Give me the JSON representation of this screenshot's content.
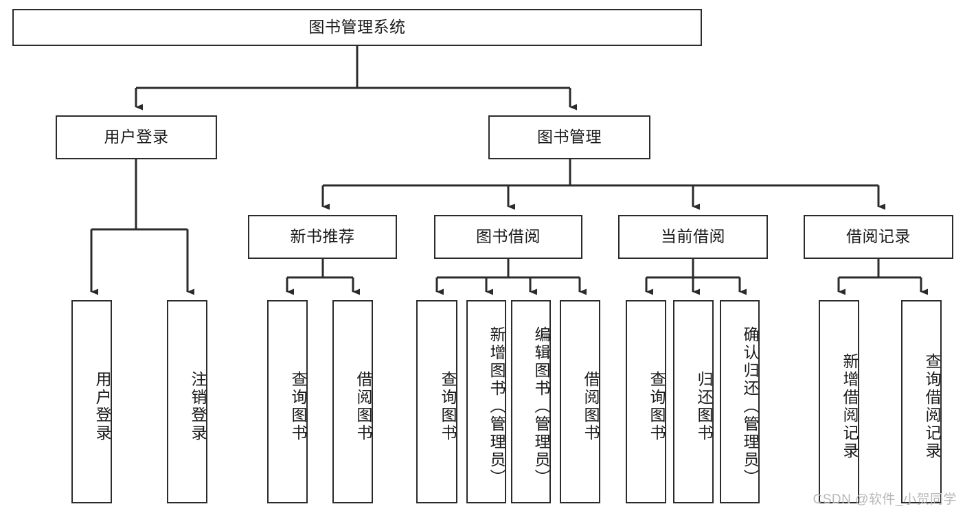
{
  "diagram": {
    "title": "图书管理系统",
    "type": "hierarchy-tree",
    "watermark": "CSDN @软件_小贺同学",
    "colors": {
      "stroke": "#2b2b2b",
      "fill": "#ffffff",
      "text": "#1a1a1a",
      "watermark": "#b8b8b8"
    },
    "nodes": {
      "root": {
        "label": "图书管理系统",
        "level": 1
      },
      "l2": [
        {
          "id": "user-login",
          "label": "用户登录",
          "level": 2
        },
        {
          "id": "book-manage",
          "label": "图书管理",
          "level": 2
        }
      ],
      "l3": [
        {
          "id": "new-book-rec",
          "label": "新书推荐",
          "level": 3,
          "parent": "book-manage"
        },
        {
          "id": "book-borrow",
          "label": "图书借阅",
          "level": 3,
          "parent": "book-manage"
        },
        {
          "id": "current-borrow",
          "label": "当前借阅",
          "level": 3,
          "parent": "book-manage"
        },
        {
          "id": "borrow-record",
          "label": "借阅记录",
          "level": 3,
          "parent": "book-manage"
        }
      ],
      "leaves": [
        {
          "id": "leaf-user-login",
          "label": "用户登录",
          "parent": "user-login"
        },
        {
          "id": "leaf-user-logout",
          "label": "注销登录",
          "parent": "user-login"
        },
        {
          "id": "leaf-rec-query",
          "label": "查询图书",
          "parent": "new-book-rec"
        },
        {
          "id": "leaf-rec-borrow",
          "label": "借阅图书",
          "parent": "new-book-rec"
        },
        {
          "id": "leaf-borrow-query",
          "label": "查询图书",
          "parent": "book-borrow"
        },
        {
          "id": "leaf-borrow-add",
          "label": "新增图书（管理员）",
          "parent": "book-borrow"
        },
        {
          "id": "leaf-borrow-edit",
          "label": "编辑图书（管理员）",
          "parent": "book-borrow"
        },
        {
          "id": "leaf-borrow-do",
          "label": "借阅图书",
          "parent": "book-borrow"
        },
        {
          "id": "leaf-cur-query",
          "label": "查询图书",
          "parent": "current-borrow"
        },
        {
          "id": "leaf-cur-return",
          "label": "归还图书",
          "parent": "current-borrow"
        },
        {
          "id": "leaf-cur-confirm",
          "label": "确认归还（管理员）",
          "parent": "current-borrow"
        },
        {
          "id": "leaf-rec-add",
          "label": "新增借阅记录",
          "parent": "borrow-record"
        },
        {
          "id": "leaf-rec-query2",
          "label": "查询借阅记录",
          "parent": "borrow-record"
        }
      ]
    }
  }
}
